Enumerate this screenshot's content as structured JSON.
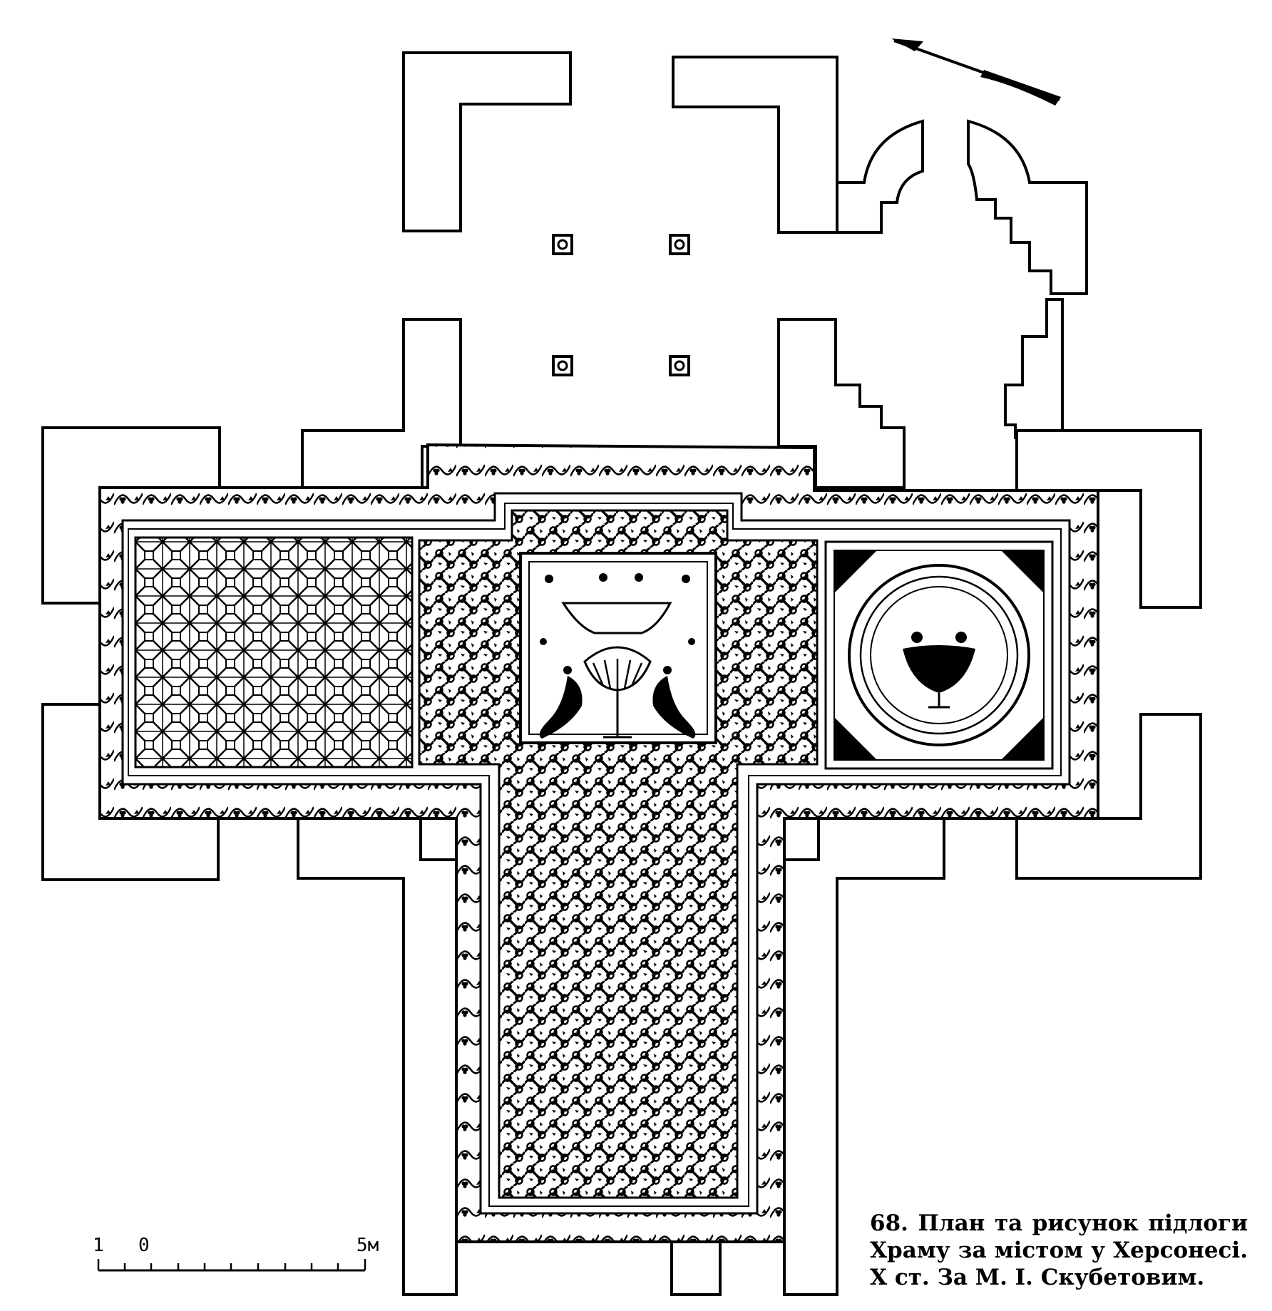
{
  "figure": {
    "scale_bar": {
      "tick_1": "1",
      "tick_0": "0",
      "tick_5m": "5м"
    },
    "caption": {
      "line1": "68. План та рисунок підлоги",
      "line2": "Храму за містом у Херсонесі.",
      "line3": "X ст. За М. І. Скубетовим."
    },
    "north_arrow": "arrow-icon",
    "colors": {
      "ink": "#000000",
      "paper": "#ffffff"
    }
  }
}
